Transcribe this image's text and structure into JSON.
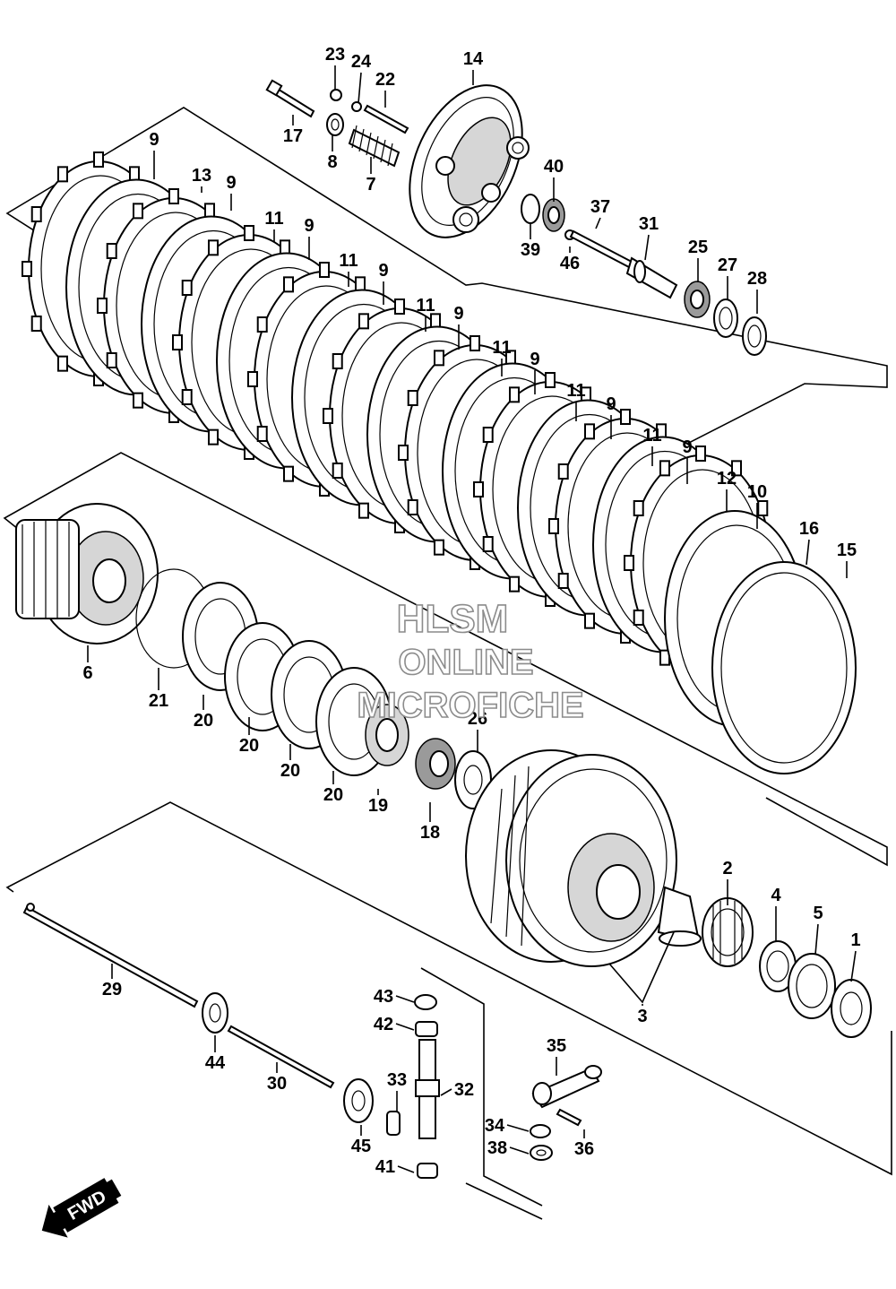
{
  "diagram": {
    "watermark": {
      "line1": "HLSM",
      "line2": "ONLINE",
      "line3": "MICROFICHE"
    },
    "fwd_label": "FWD",
    "callouts": [
      "1",
      "2",
      "3",
      "4",
      "5",
      "6",
      "7",
      "8",
      "9",
      "10",
      "11",
      "12",
      "13",
      "14",
      "15",
      "16",
      "17",
      "18",
      "19",
      "20",
      "21",
      "22",
      "23",
      "24",
      "25",
      "26",
      "27",
      "28",
      "29",
      "30",
      "31",
      "32",
      "33",
      "34",
      "35",
      "36",
      "37",
      "38",
      "39",
      "40",
      "41",
      "42",
      "43",
      "44",
      "45",
      "46"
    ]
  }
}
